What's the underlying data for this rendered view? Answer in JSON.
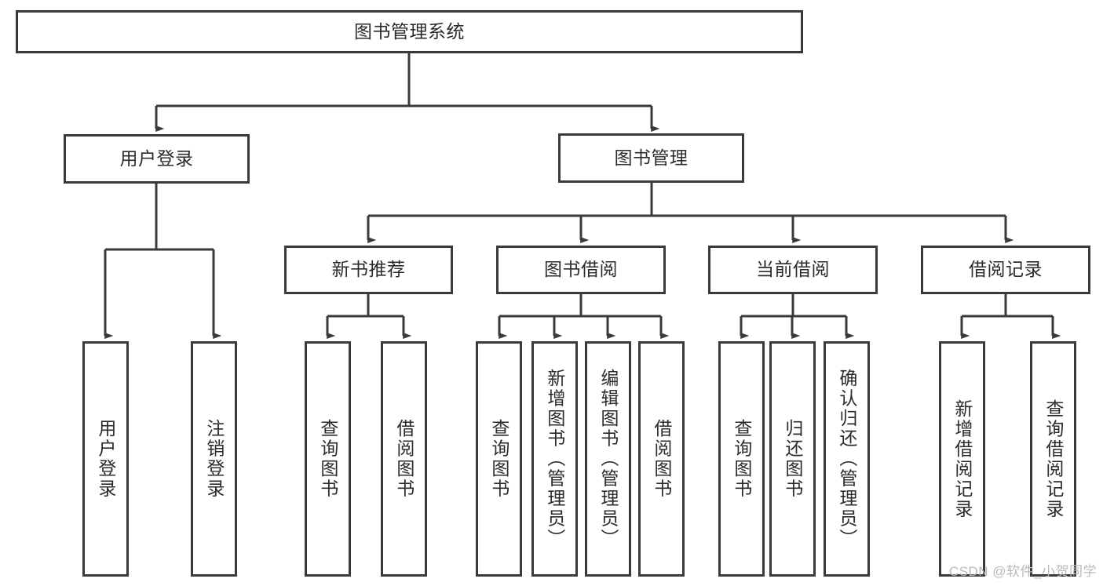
{
  "diagram": {
    "title": "图书管理系统",
    "watermark": "CSDN @软件_小贺同学",
    "line_color": "#3a3a3a",
    "box_border_color": "#3a3a3a",
    "box_fill_color": "#ffffff",
    "text_color": "#2b2b2b",
    "nodes": {
      "root": {
        "label": "图书管理系统",
        "level": 1,
        "orientation": "horizontal"
      },
      "l2": [
        {
          "label": "用户登录",
          "orientation": "horizontal"
        },
        {
          "label": "图书管理",
          "orientation": "horizontal"
        }
      ],
      "l3": [
        {
          "label": "新书推荐",
          "orientation": "horizontal"
        },
        {
          "label": "图书借阅",
          "orientation": "horizontal"
        },
        {
          "label": "当前借阅",
          "orientation": "horizontal"
        },
        {
          "label": "借阅记录",
          "orientation": "horizontal"
        }
      ],
      "leaves_user_login": [
        {
          "label": "用户登录",
          "orientation": "vertical"
        },
        {
          "label": "注销登录",
          "orientation": "vertical"
        }
      ],
      "leaves_new_books": [
        {
          "label": "查询图书",
          "orientation": "vertical"
        },
        {
          "label": "借阅图书",
          "orientation": "vertical"
        }
      ],
      "leaves_book_borrow": [
        {
          "label": "查询图书",
          "orientation": "vertical"
        },
        {
          "label": "新增图书（管理员）",
          "orientation": "vertical"
        },
        {
          "label": "编辑图书（管理员）",
          "orientation": "vertical"
        },
        {
          "label": "借阅图书",
          "orientation": "vertical"
        }
      ],
      "leaves_current_borrow": [
        {
          "label": "查询图书",
          "orientation": "vertical"
        },
        {
          "label": "归还图书",
          "orientation": "vertical"
        },
        {
          "label": "确认归还（管理员）",
          "orientation": "vertical"
        }
      ],
      "leaves_borrow_records": [
        {
          "label": "新增借阅记录",
          "orientation": "vertical"
        },
        {
          "label": "查询借阅记录",
          "orientation": "vertical"
        }
      ]
    }
  }
}
